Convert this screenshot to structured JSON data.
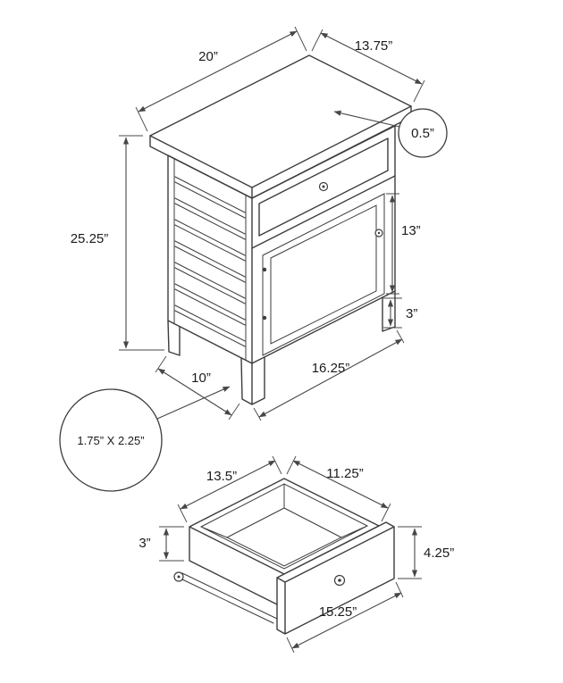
{
  "diagram": {
    "colors": {
      "line": "#3c3c3c",
      "text": "#1b1b1b",
      "background": "#ffffff"
    }
  },
  "nightstand": {
    "top_width": "20”",
    "top_depth": "13.75”",
    "top_thickness": "0.5”",
    "overall_height": "25.25”",
    "door_height": "13”",
    "leg_height": "3”",
    "base_front_width": "16.25”",
    "base_side_depth": "10”",
    "leg_cross_section": "1.75” X 2.25”"
  },
  "drawer": {
    "top_left_width": "13.5”",
    "top_right_depth": "11.25”",
    "side_height": "3”",
    "front_height": "4.25”",
    "front_width": "15.25”"
  }
}
